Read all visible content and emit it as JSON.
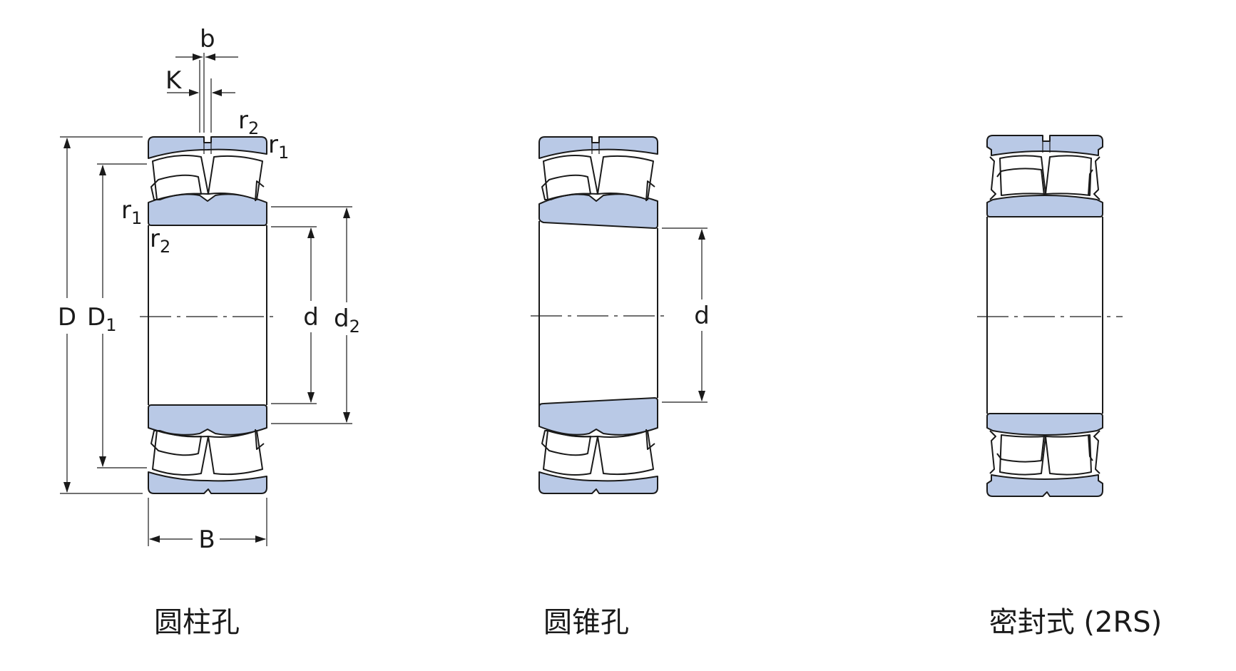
{
  "colors": {
    "ring_fill": "#b9c9e6",
    "line": "#1a1a1a",
    "background": "#ffffff"
  },
  "captions": {
    "cylindrical": "圆柱孔",
    "tapered": "圆锥孔",
    "sealed": "密封式 (2RS)"
  },
  "dimension_labels": {
    "b": "b",
    "K": "K",
    "r2_top_main": "r",
    "r2_top_sub": "2",
    "r1_top_main": "r",
    "r1_top_sub": "1",
    "r1_left_main": "r",
    "r1_left_sub": "1",
    "r2_left_main": "r",
    "r2_left_sub": "2",
    "D": "D",
    "D1_main": "D",
    "D1_sub": "1",
    "d": "d",
    "d2_main": "d",
    "d2_sub": "2",
    "B": "B",
    "d_tapered": "d"
  }
}
